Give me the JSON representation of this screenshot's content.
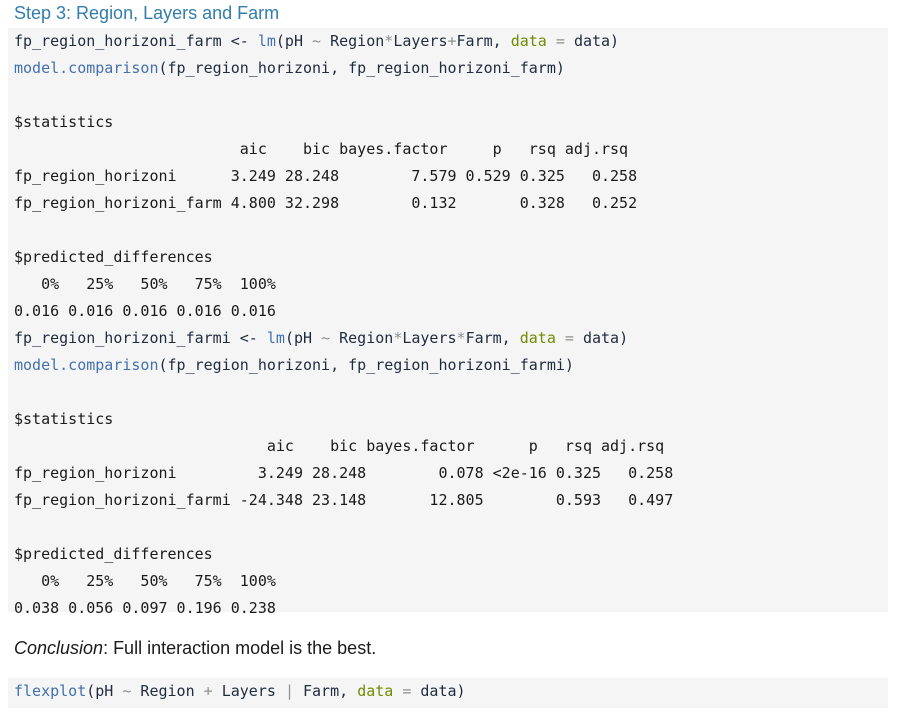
{
  "heading": "Step 3: Region, Layers and Farm",
  "block1": {
    "line1": {
      "var": "fp_region_horizoni_farm",
      "assign": " <- ",
      "fn": "lm",
      "open": "(pH ",
      "tilde": "~",
      "sp1": " Region",
      "star": "*",
      "mid": "Layers",
      "plus": "+",
      "end": "Farm, ",
      "arg": "data",
      "eq": " = ",
      "tail": "data)"
    },
    "line2": {
      "fn": "model.comparison",
      "rest": "(fp_region_horizoni, fp_region_horizoni_farm)"
    },
    "output": "\n$statistics\n                         aic    bic bayes.factor     p   rsq adj.rsq\nfp_region_horizoni      3.249 28.248        7.579 0.529 0.325   0.258\nfp_region_horizoni_farm 4.800 32.298        0.132       0.328   0.252\n\n$predicted_differences\n   0%   25%   50%   75%  100% \n0.016 0.016 0.016 0.016 0.016 \n"
  },
  "block2": {
    "line1": {
      "var": "fp_region_horizoni_farmi",
      "assign": " <- ",
      "fn": "lm",
      "open": "(pH ",
      "tilde": "~",
      "sp1": " Region",
      "star": "*",
      "mid": "Layers",
      "star2": "*",
      "end": "Farm, ",
      "arg": "data",
      "eq": " = ",
      "tail": "data)"
    },
    "line2": {
      "fn": "model.comparison",
      "rest": "(fp_region_horizoni, fp_region_horizoni_farmi)"
    },
    "output": "\n$statistics\n                            aic    bic bayes.factor      p   rsq adj.rsq\nfp_region_horizoni         3.249 28.248        0.078 <2e-16 0.325   0.258\nfp_region_horizoni_farmi -24.348 23.148       12.805        0.593   0.497\n\n$predicted_differences\n   0%   25%   50%   75%  100% \n0.038 0.056 0.097 0.196 0.238 "
  },
  "conclusion": {
    "label": "Conclusion",
    "text": ": Full interaction model is the best."
  },
  "block3": {
    "fn": "flexplot",
    "open": "(pH ",
    "tilde": "~",
    "a": " Region ",
    "plus": "+",
    "b": " Layers ",
    "bar": "|",
    "c": " Farm, ",
    "arg": "data",
    "eq": " = ",
    "tail": "data)"
  }
}
